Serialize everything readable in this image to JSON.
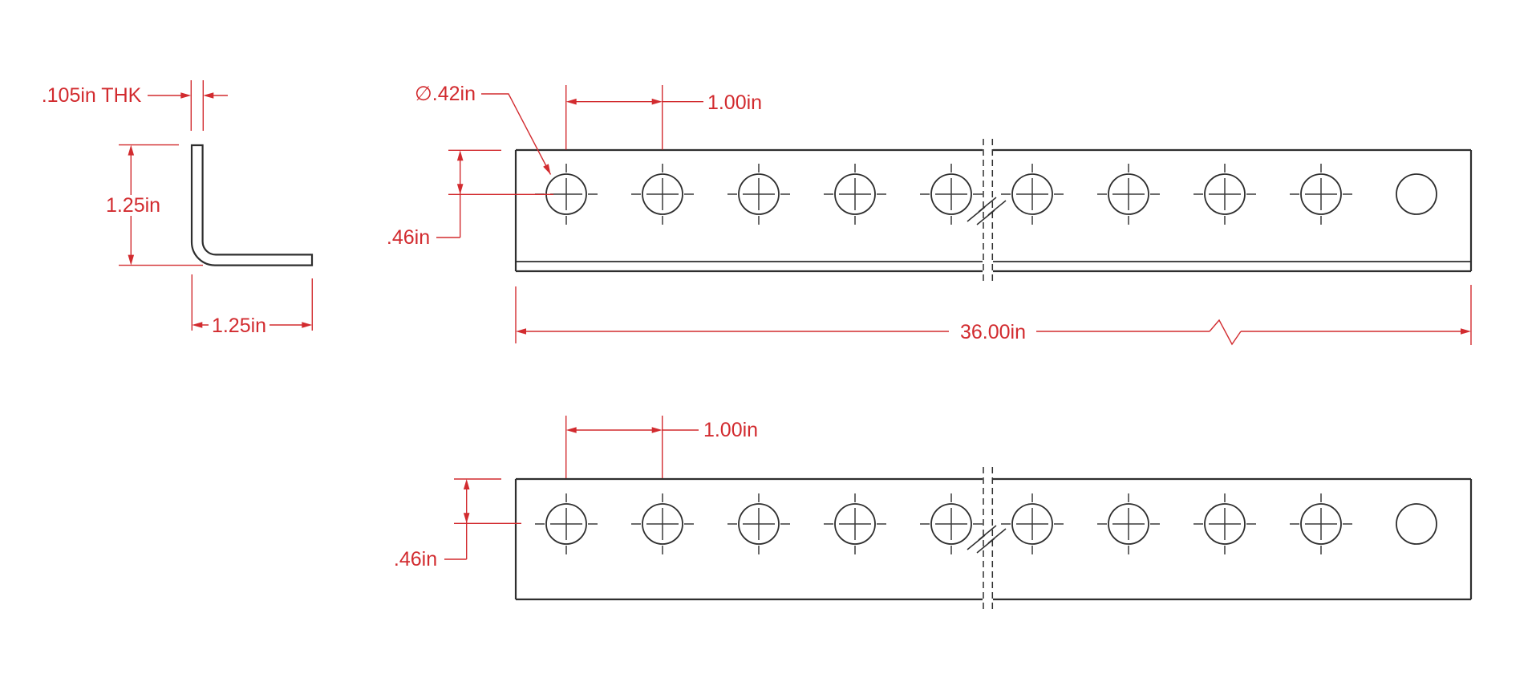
{
  "section_view": {
    "thickness_label": ".105in THK",
    "leg_height_label": "1.25in",
    "leg_width_label": "1.25in"
  },
  "front_view": {
    "hole_diameter_label": "∅.42in",
    "hole_spacing_label": "1.00in",
    "edge_offset_label": ".46in",
    "overall_length_label": "36.00in"
  },
  "top_view": {
    "hole_spacing_label": "1.00in",
    "edge_offset_label": ".46in"
  },
  "colors": {
    "dimension_red": "#d22b2f",
    "outline_black": "#2e2e2e"
  }
}
